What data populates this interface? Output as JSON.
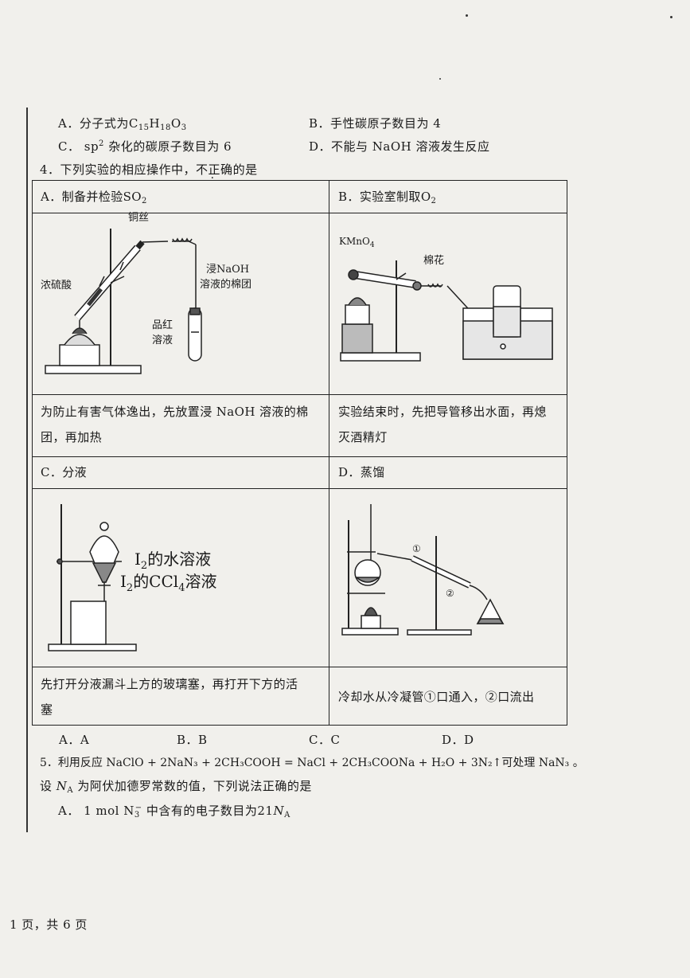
{
  "q3_options": {
    "a_prefix": "A．分子式为C",
    "a_sub1": "15",
    "a_mid1": "H",
    "a_sub2": "18",
    "a_mid2": "O",
    "a_sub3": "3",
    "b": "B．手性碳原子数目为 4",
    "c_prefix": "C． sp",
    "c_sup": "2",
    "c_suffix": " 杂化的碳原子数目为 6",
    "d": "D．不能与 NaOH 溶液发生反应"
  },
  "q4": {
    "stem_start": "4．下列实验的相应操作中，",
    "stem_emph": "不正确",
    "stem_end": "的是",
    "a_title": "A．制备并检验SO",
    "a_title_sub": "2",
    "b_title": "B．实验室制取O",
    "b_title_sub": "2",
    "c_title": "C．分液",
    "d_title": "D．蒸馏",
    "a_labels": {
      "copper_wire": "铜丝",
      "conc_acid": "浓硫酸",
      "naoh_cotton_1": "浸NaOH",
      "naoh_cotton_2": "溶液的棉团",
      "pinkred_1": "品红",
      "pinkred_2": "溶液"
    },
    "b_labels": {
      "kmno4": "KMnO",
      "kmno4_sub": "4",
      "cotton": "棉花"
    },
    "c_labels": {
      "upper_pre": "I",
      "upper_sub": "2",
      "upper_post": "的水溶液",
      "lower_pre": "I",
      "lower_sub": "2",
      "lower_mid": "的CCl",
      "lower_sub2": "4",
      "lower_post": "溶液"
    },
    "d_labels": {
      "port1": "①",
      "port2": "②"
    },
    "a_op_line1": "为防止有害气体逸出，先放置浸 NaOH 溶液的棉",
    "a_op_line2": "团，再加热",
    "b_op_line1": "实验结束时，先把导管移出水面，再熄",
    "b_op_line2": "灭酒精灯",
    "c_op_line1": "先打开分液漏斗上方的玻璃塞，再打开下方的活",
    "c_op_line2": "塞",
    "d_op_line1": "冷却水从冷凝管①口通入，②口流出",
    "choices": [
      "A．A",
      "B．B",
      "C．C",
      "D．D"
    ]
  },
  "q5": {
    "line1": "5．利用反应 NaClO + 2NaN₃ + 2CH₃COOH = NaCl + 2CH₃COONa + H₂O + 3N₂↑可处理 NaN₃ 。",
    "line2_pre": "设 ",
    "line2_na": "N",
    "line2_na_sub": "A",
    "line2_post": " 为阿伏加德罗常数的值，下列说法正确的是",
    "option_a_pre": "A． 1 mol N",
    "option_a_sub": "3",
    "option_a_sup": "−",
    "option_a_mid": " 中含有的电子数目为21",
    "option_a_na": "N",
    "option_a_na_sub": "A"
  },
  "footer": {
    "page": "1 页，共 6 页"
  }
}
